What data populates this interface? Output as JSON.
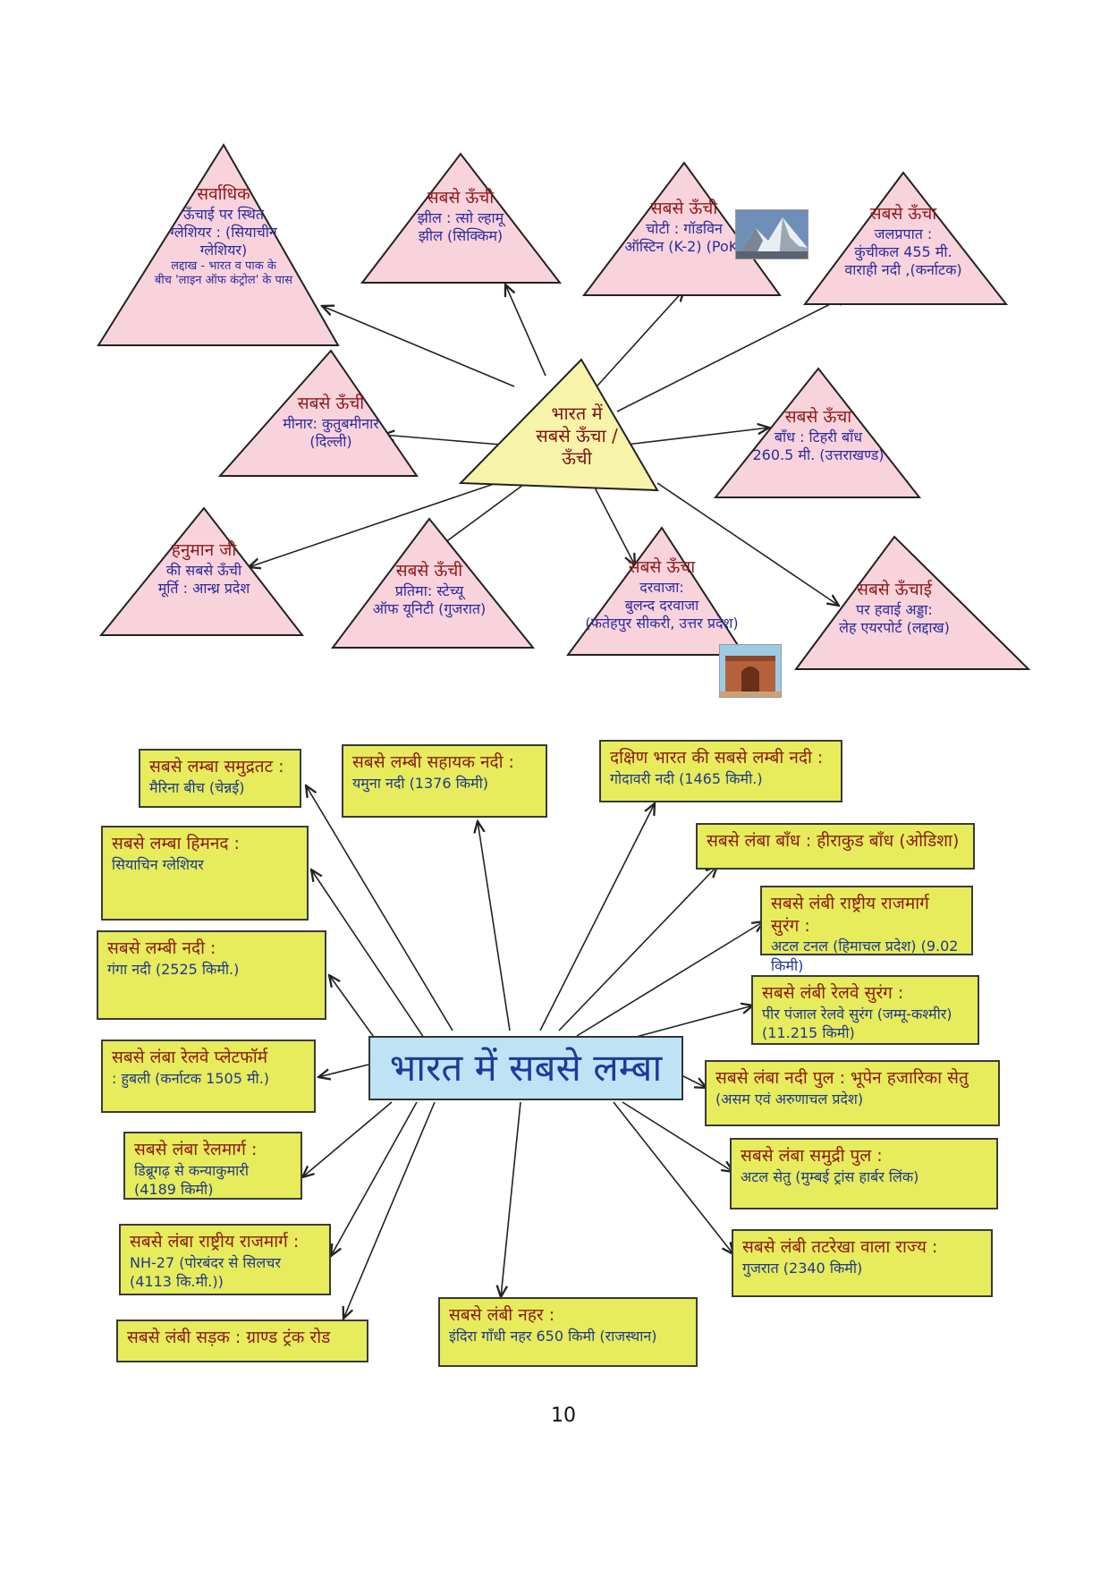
{
  "top_map": {
    "hub": [
      "भारत में",
      "सबसे ऊँचा /",
      "ऊँची"
    ],
    "nodes": [
      {
        "lines": [
          "सर्वाधिक",
          "ऊँचाई पर स्थित",
          "ग्लेशियर : (सियाचीन",
          "ग्लेशियर)"
        ],
        "sub": [
          "लद्दाख - भारत व पाक के",
          "बीच 'लाइन ऑफ कंट्रोल' के पास"
        ]
      },
      {
        "lines": [
          "सबसे ऊँची",
          "झील : त्सो ल्हामू",
          "झील (सिक्किम)"
        ],
        "sub": []
      },
      {
        "lines": [
          "सबसे ऊँची",
          "चोटी : गॉडविन",
          "ऑस्टिन (K-2) (PoK)"
        ],
        "sub": []
      },
      {
        "lines": [
          "सबसे ऊँचा",
          "जलप्रपात :",
          "कुंचीकल 455 मी.",
          "वाराही नदी ,(कर्नाटक)"
        ],
        "sub": []
      },
      {
        "lines": [
          "सबसे ऊँची",
          "मीनार: कुतुबमीनार",
          "(दिल्ली)"
        ],
        "sub": []
      },
      {
        "lines": [
          "सबसे ऊँचा",
          "बाँध : टिहरी बाँध",
          "260.5 मी. (उत्तराखण्ड)"
        ],
        "sub": []
      },
      {
        "lines": [
          "हनुमान जी",
          "की सबसे ऊँची",
          "मूर्ति : आन्ध्र प्रदेश"
        ],
        "sub": []
      },
      {
        "lines": [
          "सबसे ऊँची",
          "प्रतिमा: स्टेच्यू",
          "ऑफ यूनिटी (गुजरात)"
        ],
        "sub": []
      },
      {
        "lines": [
          "सबसे ऊँचा",
          "दरवाजा:",
          "बुलन्द दरवाजा",
          "(फतेहपुर सीकरी, उत्तर प्रदेश)"
        ],
        "sub": []
      },
      {
        "lines": [
          "सबसे ऊँचाई",
          "पर हवाई अड्डा:",
          "लेह एयरपोर्ट (लद्दाख)"
        ],
        "sub": []
      }
    ]
  },
  "bottom_map": {
    "hub": "भारत में सबसे लम्बा",
    "boxes": [
      {
        "title": "सबसे लम्बा समुद्रतट :",
        "value": "मैरिना बीच (चेन्नई)"
      },
      {
        "title": "सबसे लम्बी सहायक नदी :",
        "value": "यमुना नदी (1376 किमी)"
      },
      {
        "title": "दक्षिण भारत की सबसे लम्बी नदी :",
        "value": "गोदावरी नदी (1465 किमी.)"
      },
      {
        "title": "सबसे लम्बा हिमनद :",
        "value": "सियाचिन ग्लेशियर"
      },
      {
        "title": "सबसे लंबा बाँध : हीराकुड बाँध (ओडिशा)",
        "value": ""
      },
      {
        "title": "सबसे लंबी राष्ट्रीय राजमार्ग सुरंग :",
        "value": "अटल टनल (हिमाचल प्रदेश) (9.02 किमी)"
      },
      {
        "title": "सबसे लम्बी नदी :",
        "value": "गंगा नदी (2525 किमी.)"
      },
      {
        "title": "सबसे लंबी रेलवे सुरंग :",
        "value": "पीर पंजाल रेलवे सुरंग (जम्मू-कश्मीर) (11.215 किमी)"
      },
      {
        "title": "सबसे लंबा रेलवे प्लेटफॉर्म",
        "value": ": हुबली (कर्नाटक 1505 मी.)"
      },
      {
        "title": "सबसे लंबा नदी पुल : भूपेन हजारिका सेतु",
        "value": "(असम एवं अरुणाचल प्रदेश)"
      },
      {
        "title": "सबसे लंबा रेलमार्ग :",
        "value": "डिब्रूगढ़ से कन्याकुमारी (4189 किमी)"
      },
      {
        "title": "सबसे लंबा समुद्री पुल :",
        "value": "अटल सेतु (मुम्बई ट्रांस हार्बर लिंक)"
      },
      {
        "title": "सबसे लंबा राष्ट्रीय राजमार्ग :",
        "value": "NH-27 (पोरबंदर से सिलचर (4113 कि.मी.))"
      },
      {
        "title": "सबसे लंबी तटरेखा वाला राज्य :",
        "value": "गुजरात (2340 किमी)"
      },
      {
        "title": "सबसे लंबी सड़क : ग्राण्ड ट्रंक रोड",
        "value": ""
      },
      {
        "title": "सबसे लंबी नहर :",
        "value": "इंदिरा गाँधी नहर 650 किमी (राजस्थान)"
      }
    ]
  },
  "page_number": "10",
  "colors": {
    "triangle_fill": "#f9d3dc",
    "hub_fill": "#f7f3a8",
    "box_fill": "#e6ec5c",
    "hub2_fill": "#bfe3f5"
  }
}
